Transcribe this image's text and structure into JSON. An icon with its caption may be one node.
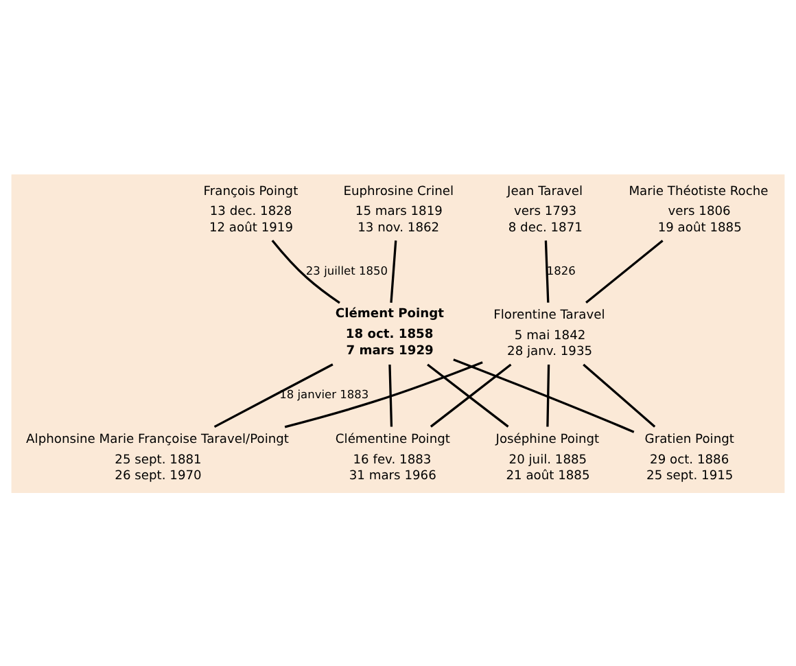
{
  "diagram": {
    "nodes": [
      {
        "text": [
          "François Poingt",
          "13 dec. 1828",
          "12 août 1919"
        ]
      },
      {
        "text": [
          "Euphrosine Crinel",
          "15 mars 1819",
          "13 nov. 1862"
        ]
      },
      {
        "text": [
          "Jean Taravel",
          "vers 1793",
          "8 dec. 1871"
        ]
      },
      {
        "text": [
          "Marie Théotiste Roche",
          "vers 1806",
          "19 août 1885"
        ]
      },
      {
        "text": [
          "Clément Poingt",
          "18 oct. 1858",
          "7 mars 1929"
        ]
      },
      {
        "text": [
          "Florentine Taravel",
          "5 mai 1842",
          "28 janv. 1935"
        ]
      },
      {
        "text": [
          "Alphonsine Marie Françoise Taravel/Poingt",
          "25 sept. 1881",
          "26 sept. 1970"
        ]
      },
      {
        "text": [
          "Clémentine Poingt",
          "16 fev. 1883",
          "31 mars 1966"
        ]
      },
      {
        "text": [
          "Joséphine Poingt",
          "20 juil. 1885",
          "21 août 1885"
        ]
      },
      {
        "text": [
          "Gratien Poingt",
          "29 oct. 1886",
          "25 sept. 1915"
        ]
      }
    ],
    "edges": [
      {
        "from": 0,
        "to": 4,
        "arrow": "none",
        "label": "23 juillet 1850"
      },
      {
        "from": 1,
        "to": 4,
        "arrow": "none"
      },
      {
        "from": 2,
        "to": 5,
        "arrow": "none",
        "label": "1826"
      },
      {
        "from": 3,
        "to": 5,
        "arrow": "none"
      },
      {
        "from": 4,
        "to": 6,
        "arrow": "none",
        "label": "18 janvier 1883"
      },
      {
        "from": 5,
        "to": 6,
        "arrow": "none"
      },
      {
        "from": 4,
        "to": 7,
        "arrow": "none"
      },
      {
        "from": 5,
        "to": 7,
        "arrow": "none"
      },
      {
        "from": 4,
        "to": 8,
        "arrow": "none"
      },
      {
        "from": 5,
        "to": 8,
        "arrow": "none"
      },
      {
        "from": 4,
        "to": 9,
        "arrow": "none"
      },
      {
        "from": 5,
        "to": 9,
        "arrow": "none"
      }
    ]
  }
}
